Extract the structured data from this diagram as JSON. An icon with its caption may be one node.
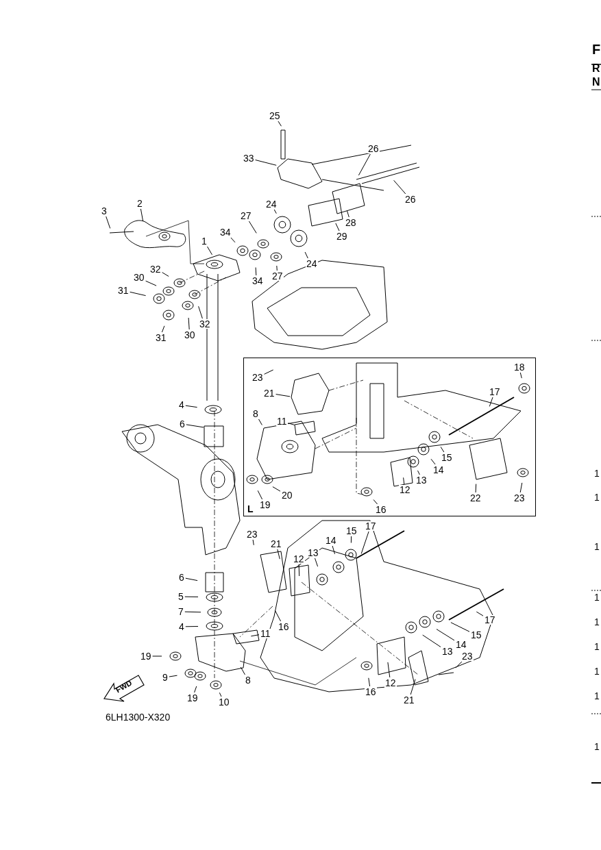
{
  "diagram": {
    "nodes": [
      {
        "text": [
          "25"
        ]
      },
      {
        "text": [
          "33"
        ]
      },
      {
        "text": [
          "26"
        ]
      },
      {
        "text": [
          "26"
        ]
      },
      {
        "text": [
          "28"
        ]
      },
      {
        "text": [
          "29"
        ]
      },
      {
        "text": [
          "24"
        ]
      },
      {
        "text": [
          "24"
        ]
      },
      {
        "text": [
          "27"
        ]
      },
      {
        "text": [
          "27"
        ]
      },
      {
        "text": [
          "34"
        ]
      },
      {
        "text": [
          "34"
        ]
      },
      {
        "text": [
          "1"
        ]
      },
      {
        "text": [
          "2"
        ]
      },
      {
        "text": [
          "3"
        ]
      },
      {
        "text": [
          "32"
        ]
      },
      {
        "text": [
          "30"
        ]
      },
      {
        "text": [
          "31"
        ]
      },
      {
        "text": [
          "31"
        ]
      },
      {
        "text": [
          "30"
        ]
      },
      {
        "text": [
          "32"
        ]
      },
      {
        "text": [
          "L"
        ]
      },
      {
        "text": [
          "23"
        ],
        "in": 21
      },
      {
        "text": [
          "21"
        ],
        "in": 21
      },
      {
        "text": [
          "8"
        ],
        "in": 21
      },
      {
        "text": [
          "11"
        ],
        "in": 21
      },
      {
        "text": [
          "18"
        ],
        "in": 21
      },
      {
        "text": [
          "17"
        ],
        "in": 21
      },
      {
        "text": [
          "15"
        ],
        "in": 21
      },
      {
        "text": [
          "14"
        ],
        "in": 21
      },
      {
        "text": [
          "13"
        ],
        "in": 21
      },
      {
        "text": [
          "12"
        ],
        "in": 21
      },
      {
        "text": [
          "22"
        ],
        "in": 21
      },
      {
        "text": [
          "23"
        ],
        "in": 21
      },
      {
        "text": [
          "20"
        ],
        "in": 21
      },
      {
        "text": [
          "19"
        ],
        "in": 21
      },
      {
        "text": [
          "16"
        ],
        "in": 21
      },
      {
        "text": [
          "4"
        ]
      },
      {
        "text": [
          "6"
        ]
      },
      {
        "text": [
          "23"
        ]
      },
      {
        "text": [
          "21"
        ]
      },
      {
        "text": [
          "12"
        ]
      },
      {
        "text": [
          "13"
        ]
      },
      {
        "text": [
          "14"
        ]
      },
      {
        "text": [
          "15"
        ]
      },
      {
        "text": [
          "17"
        ]
      },
      {
        "text": [
          "6"
        ]
      },
      {
        "text": [
          "5"
        ]
      },
      {
        "text": [
          "7"
        ]
      },
      {
        "text": [
          "4"
        ]
      },
      {
        "text": [
          "16"
        ]
      },
      {
        "text": [
          "11"
        ]
      },
      {
        "text": [
          "17"
        ]
      },
      {
        "text": [
          "15"
        ]
      },
      {
        "text": [
          "14"
        ]
      },
      {
        "text": [
          "13"
        ]
      },
      {
        "text": [
          "23"
        ]
      },
      {
        "text": [
          "19"
        ]
      },
      {
        "text": [
          "9"
        ]
      },
      {
        "text": [
          "19"
        ]
      },
      {
        "text": [
          "8"
        ]
      },
      {
        "text": [
          "10"
        ]
      },
      {
        "text": [
          "16"
        ]
      },
      {
        "text": [
          "12"
        ]
      },
      {
        "text": [
          "21"
        ]
      },
      {
        "text": [
          "FWD"
        ]
      }
    ],
    "edges": [
      {
        "from": 0,
        "to": null,
        "arrow": "none"
      },
      {
        "from": 1,
        "to": null,
        "arrow": "none"
      },
      {
        "from": 2,
        "to": null,
        "arrow": "none"
      },
      {
        "from": 3,
        "to": null,
        "arrow": "none"
      },
      {
        "from": 4,
        "to": null,
        "arrow": "none"
      },
      {
        "from": 5,
        "to": null,
        "arrow": "none"
      },
      {
        "from": 6,
        "to": null,
        "arrow": "none"
      },
      {
        "from": 7,
        "to": null,
        "arrow": "none"
      },
      {
        "from": 8,
        "to": null,
        "arrow": "none"
      },
      {
        "from": 9,
        "to": null,
        "arrow": "none"
      },
      {
        "from": 10,
        "to": null,
        "arrow": "none"
      },
      {
        "from": 11,
        "to": null,
        "arrow": "none"
      },
      {
        "from": 12,
        "to": null,
        "arrow": "none"
      },
      {
        "from": 13,
        "to": null,
        "arrow": "none"
      },
      {
        "from": 14,
        "to": null,
        "arrow": "none"
      },
      {
        "from": 15,
        "to": null,
        "arrow": "none"
      },
      {
        "from": 16,
        "to": null,
        "arrow": "none"
      },
      {
        "from": 17,
        "to": null,
        "arrow": "none"
      },
      {
        "from": 18,
        "to": null,
        "arrow": "none"
      },
      {
        "from": 19,
        "to": null,
        "arrow": "none"
      },
      {
        "from": 20,
        "to": null,
        "arrow": "none"
      },
      {
        "from": 22,
        "to": null,
        "arrow": "none"
      },
      {
        "from": 23,
        "to": null,
        "arrow": "none"
      },
      {
        "from": 24,
        "to": null,
        "arrow": "none"
      },
      {
        "from": 25,
        "to": null,
        "arrow": "none"
      },
      {
        "from": 26,
        "to": null,
        "arrow": "none"
      },
      {
        "from": 27,
        "to": null,
        "arrow": "none"
      },
      {
        "from": 28,
        "to": null,
        "arrow": "none"
      },
      {
        "from": 29,
        "to": null,
        "arrow": "none"
      },
      {
        "from": 30,
        "to": null,
        "arrow": "none"
      },
      {
        "from": 31,
        "to": null,
        "arrow": "none"
      },
      {
        "from": 32,
        "to": null,
        "arrow": "none"
      },
      {
        "from": 33,
        "to": null,
        "arrow": "none"
      },
      {
        "from": 34,
        "to": null,
        "arrow": "none"
      },
      {
        "from": 35,
        "to": null,
        "arrow": "none"
      },
      {
        "from": 36,
        "to": null,
        "arrow": "none"
      },
      {
        "from": 37,
        "to": null,
        "arrow": "none"
      },
      {
        "from": 38,
        "to": null,
        "arrow": "none"
      },
      {
        "from": 39,
        "to": null,
        "arrow": "none"
      },
      {
        "from": 40,
        "to": null,
        "arrow": "none"
      },
      {
        "from": 41,
        "to": null,
        "arrow": "none"
      },
      {
        "from": 42,
        "to": null,
        "arrow": "none"
      },
      {
        "from": 43,
        "to": null,
        "arrow": "none"
      },
      {
        "from": 44,
        "to": null,
        "arrow": "none"
      },
      {
        "from": 45,
        "to": null,
        "arrow": "none"
      },
      {
        "from": 46,
        "to": null,
        "arrow": "none"
      },
      {
        "from": 47,
        "to": null,
        "arrow": "none"
      },
      {
        "from": 48,
        "to": null,
        "arrow": "none"
      },
      {
        "from": 49,
        "to": null,
        "arrow": "none"
      },
      {
        "from": 50,
        "to": null,
        "arrow": "none"
      },
      {
        "from": 51,
        "to": null,
        "arrow": "none"
      },
      {
        "from": 52,
        "to": null,
        "arrow": "none"
      },
      {
        "from": 53,
        "to": null,
        "arrow": "none"
      },
      {
        "from": 54,
        "to": null,
        "arrow": "none"
      },
      {
        "from": 55,
        "to": null,
        "arrow": "none"
      },
      {
        "from": 56,
        "to": null,
        "arrow": "none"
      },
      {
        "from": 57,
        "to": null,
        "arrow": "none"
      },
      {
        "from": 58,
        "to": null,
        "arrow": "none"
      },
      {
        "from": 59,
        "to": null,
        "arrow": "none"
      },
      {
        "from": 60,
        "to": null,
        "arrow": "none"
      },
      {
        "from": 61,
        "to": null,
        "arrow": "none"
      },
      {
        "from": 62,
        "to": null,
        "arrow": "none"
      },
      {
        "from": 63,
        "to": null,
        "arrow": "none"
      },
      {
        "from": 64,
        "to": null,
        "arrow": "none"
      }
    ],
    "labels": [
      "F",
      "R",
      "N",
      "1",
      "1",
      "1",
      "1",
      "1",
      "1",
      "1",
      "1",
      "1",
      "6LH1300-X320"
    ]
  }
}
